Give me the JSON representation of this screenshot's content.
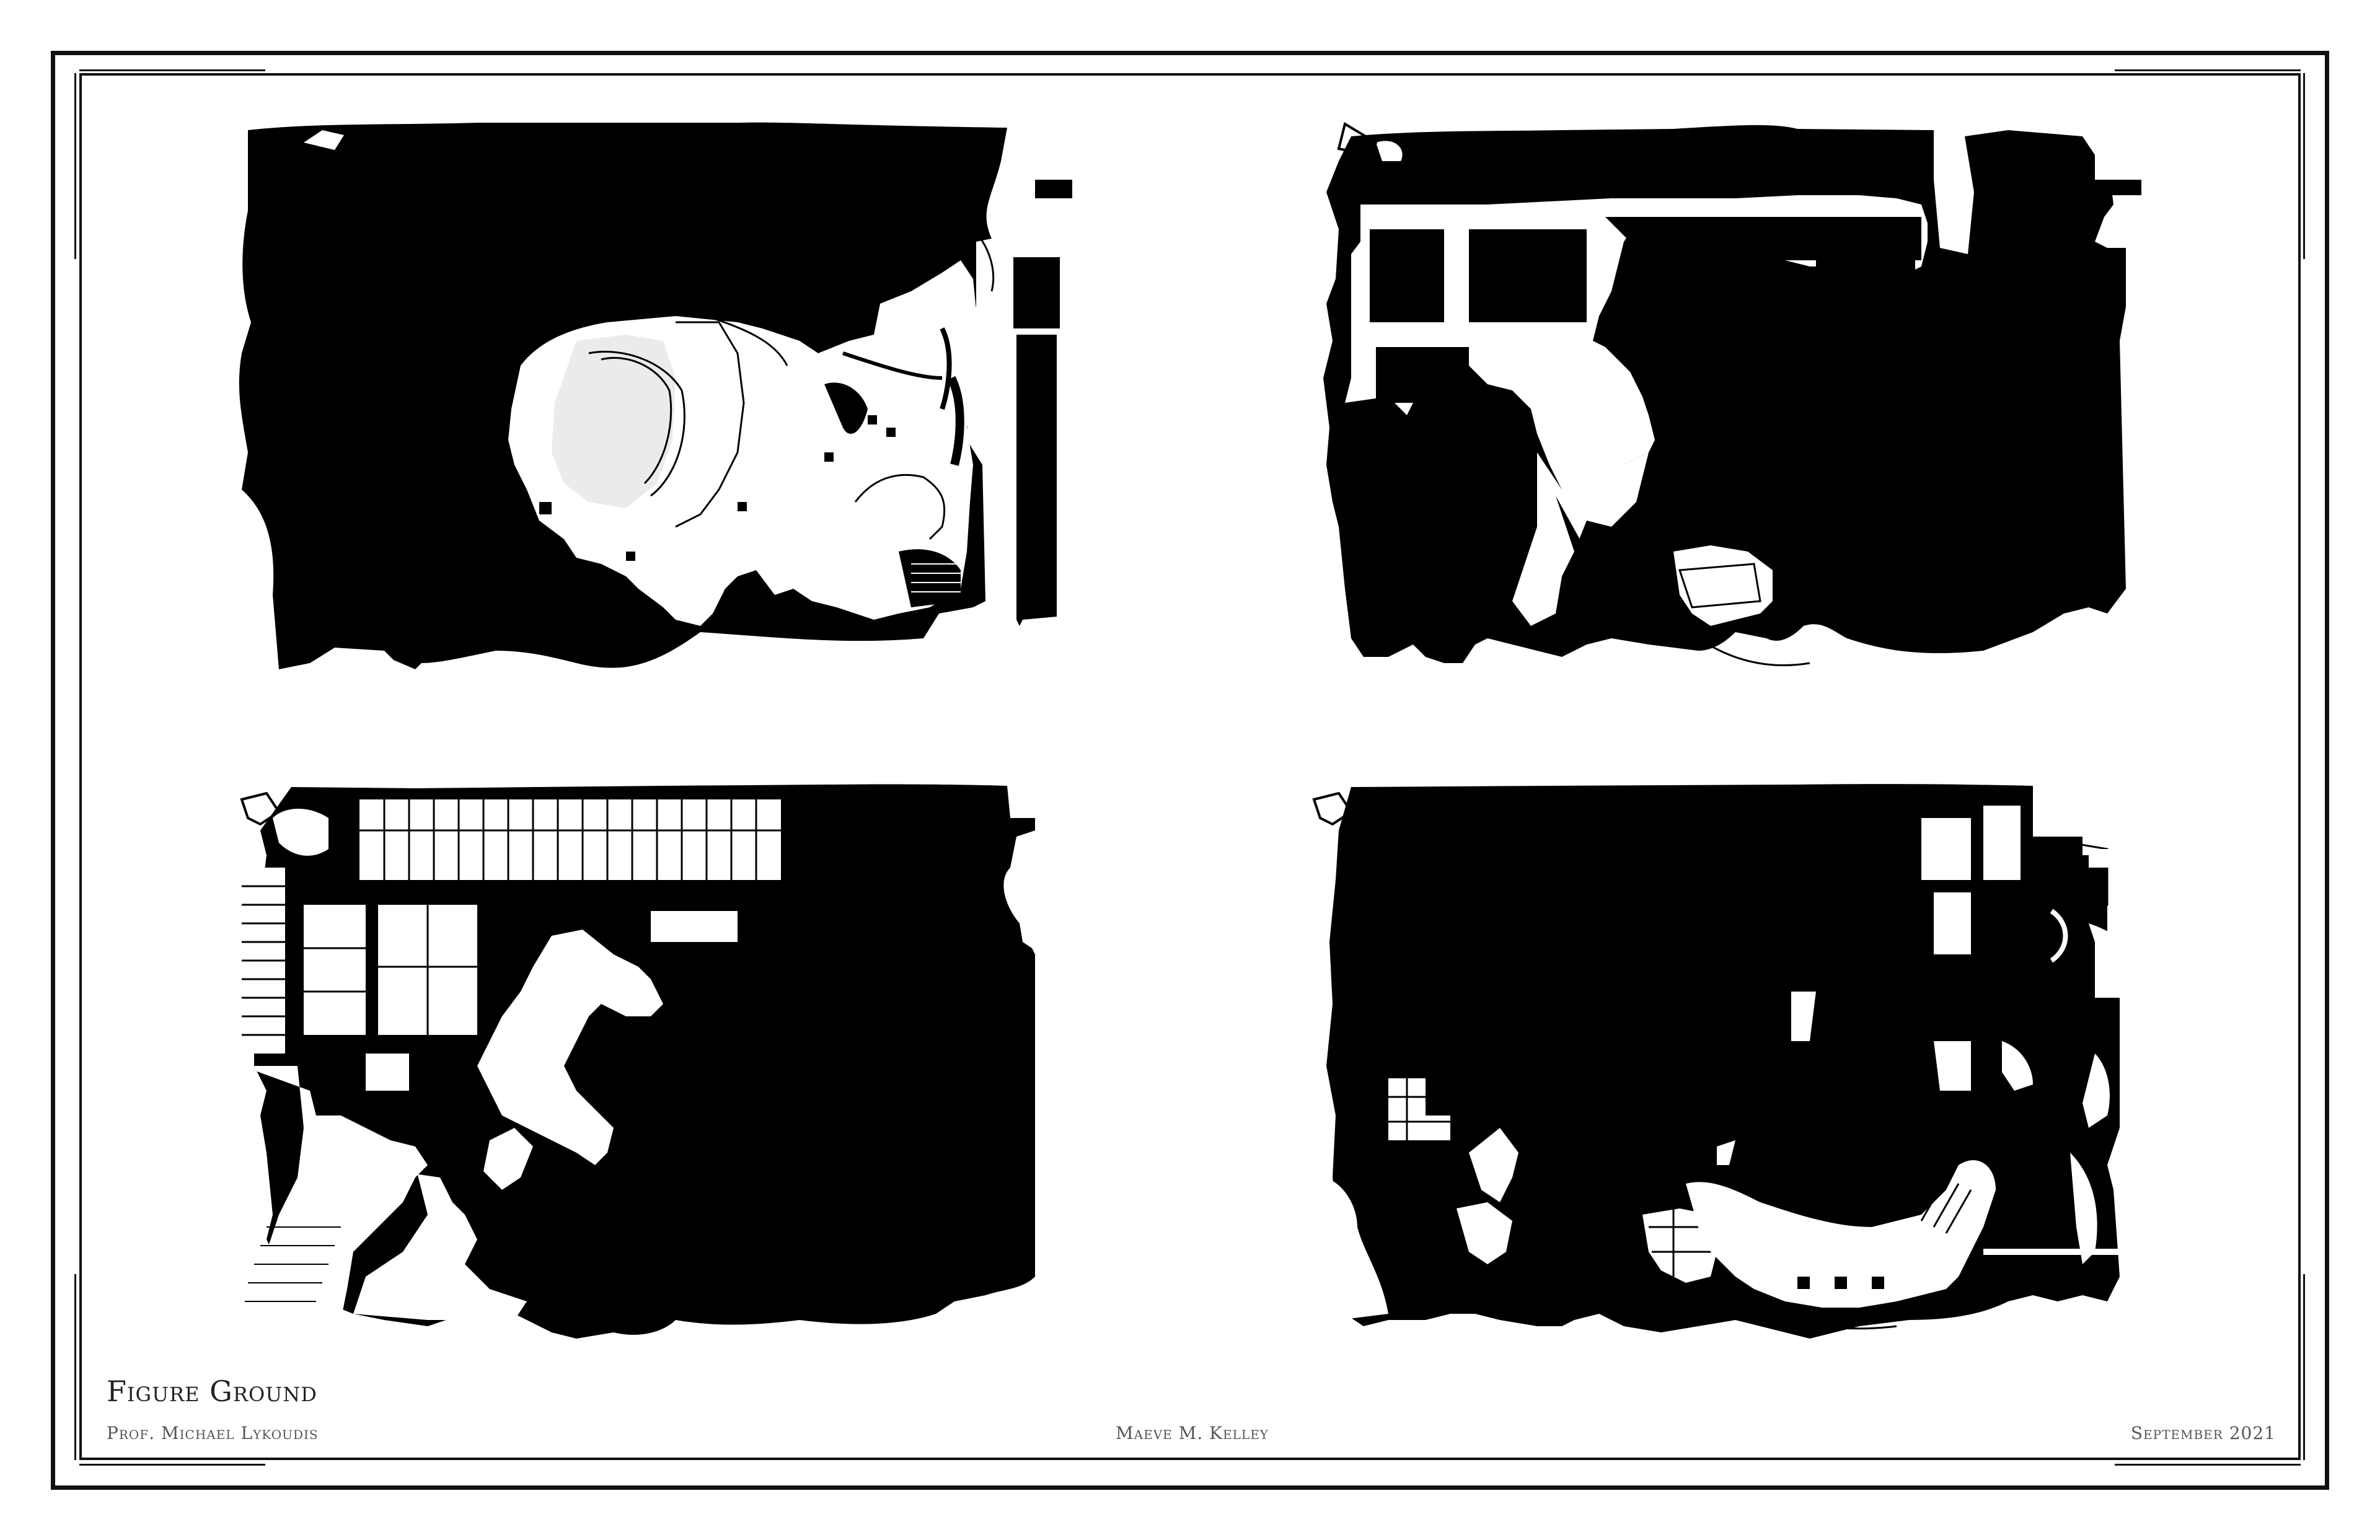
{
  "sheet": {
    "title": "Figure Ground",
    "professor": "Prof. Michael Lykoudis",
    "author": "Maeve M. Kelley",
    "date": "September 2021"
  },
  "plans": {
    "count": 4,
    "figure_color": "#000000",
    "ground_color": "#ffffff"
  }
}
